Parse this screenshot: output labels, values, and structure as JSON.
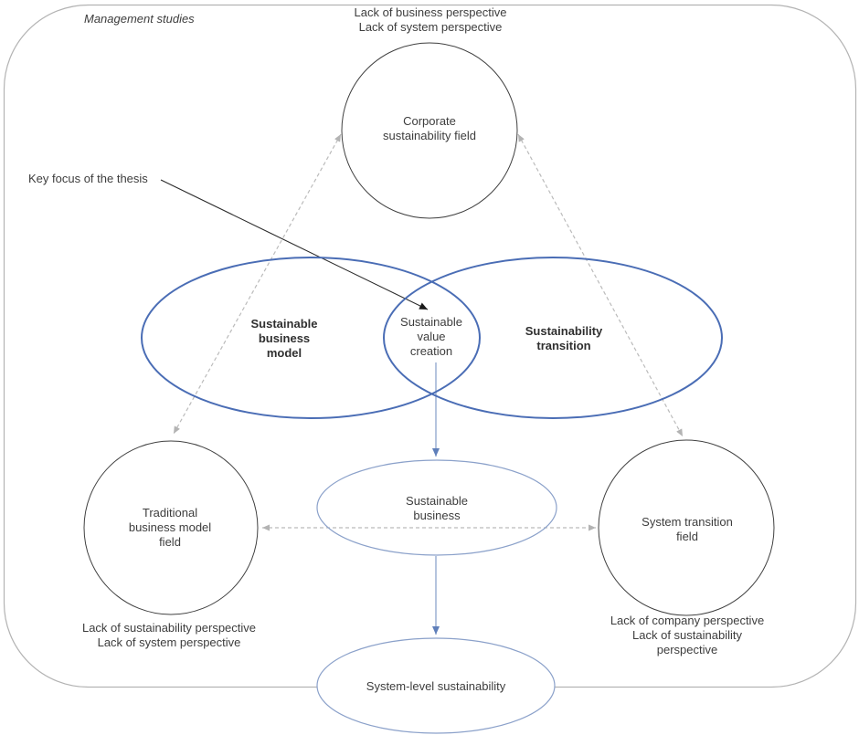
{
  "diagram": {
    "frame_label": "Management studies",
    "key_focus_label": "Key focus of the thesis",
    "annotations": {
      "top": "Lack of business perspective\nLack of system perspective",
      "bottom_left": "Lack of sustainability perspective\nLack of system perspective",
      "bottom_right": "Lack of company perspective\nLack of sustainability perspective"
    },
    "nodes": {
      "corporate_sustainability_field": "Corporate\nsustainability field",
      "sustainable_business_model": "Sustainable\nbusiness\nmodel",
      "sustainability_transition": "Sustainability\ntransition",
      "sustainable_value_creation": "Sustainable\nvalue\ncreation",
      "sustainable_business": "Sustainable\nbusiness",
      "system_level_sustainability": "System-level sustainability",
      "traditional_business_model_field": "Traditional\nbusiness model\nfield",
      "system_transition_field": "System transition\nfield"
    },
    "colors": {
      "frame_stroke": "#b3b3b3",
      "circle_stroke": "#404040",
      "venn_stroke": "#4a6db5",
      "thin_ellipse_stroke": "#8ba1ca",
      "dashed_line": "#bbbbbb",
      "dashed_arrow_fill": "#b3b3b3",
      "blue_line": "#8da3cb",
      "blue_arrow_fill": "#5f7fba",
      "black_arrow": "#2a2a2a"
    }
  }
}
